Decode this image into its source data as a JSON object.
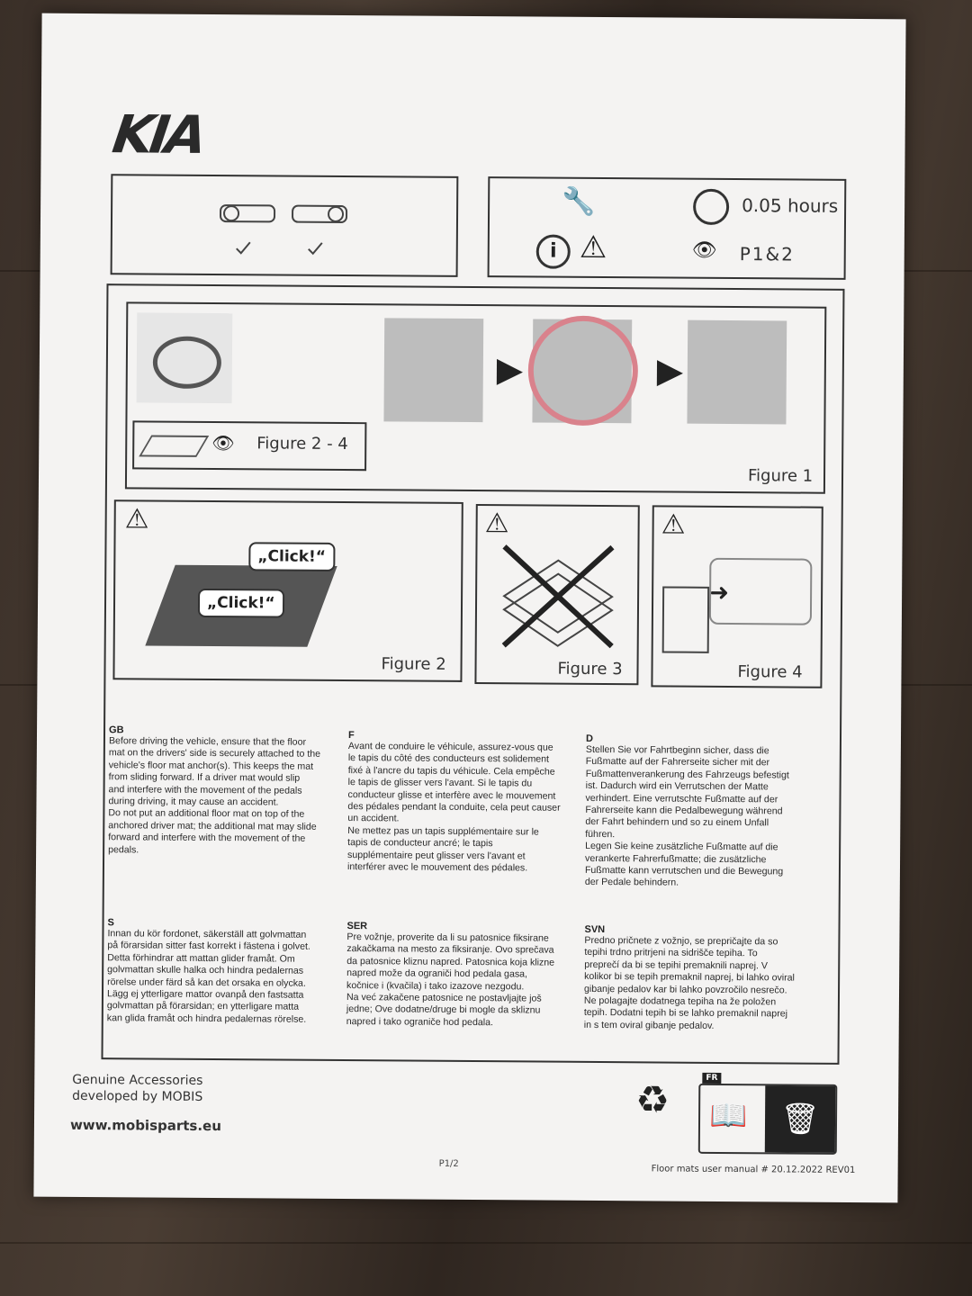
{
  "brand": {
    "logo_text": "KIA"
  },
  "info_box": {
    "time": "0.05 hours",
    "reference": "P1&2"
  },
  "figures": {
    "figure_ref": "Figure 2 - 4",
    "figure1": "Figure 1",
    "figure2": "Figure 2",
    "figure3": "Figure 3",
    "figure4": "Figure 4",
    "click1": "„Click!“",
    "click2": "„Click!“"
  },
  "instructions": [
    {
      "lang": "GB",
      "text": "Before driving the vehicle, ensure that the floor\nmat on the drivers' side is securely attached to the\nvehicle's floor mat anchor(s). This keeps the mat\nfrom sliding forward. If a driver mat would slip\nand interfere with the movement of the pedals\nduring driving, it may cause an accident.\nDo not put an additional floor mat on top of the\nanchored driver mat; the additional mat may slide\nforward and interfere with the movement of the\npedals."
    },
    {
      "lang": "F",
      "text": "Avant de conduire le véhicule, assurez-vous que\nle tapis  du côté des conducteurs est solidement\nfixé à l'ancre du tapis du véhicule. Cela empêche\nle tapis de glisser vers l'avant. Si le tapis du\nconducteur glisse et interfère avec le mouvement\ndes pédales pendant la conduite, cela peut causer\nun accident.\nNe mettez pas un tapis  supplémentaire sur le\ntapis de conducteur ancré; le tapis\nsupplémentaire peut glisser vers l'avant et\ninterférer avec le mouvement des pédales."
    },
    {
      "lang": "D",
      "text": "Stellen Sie vor Fahrtbeginn sicher, dass die\nFußmatte auf der Fahrerseite sicher mit der\nFußmattenverankerung des Fahrzeugs befestigt\nist. Dadurch wird ein Verrutschen der Matte\nverhindert. Eine verrutschte Fußmatte auf der\nFahrerseite kann die Pedalbewegung während\nder Fahrt behindern und so zu einem Unfall\nführen.\nLegen Sie keine zusätzliche Fußmatte auf die\nverankerte Fahrerfußmatte; die zusätzliche\nFußmatte kann verrutschen und die Bewegung\nder Pedale behindern."
    },
    {
      "lang": "S",
      "text": "Innan du kör fordonet, säkerställ att golvmattan\npå förarsidan sitter fast korrekt i fästena i golvet.\nDetta förhindrar att mattan glider framåt. Om\ngolvmattan skulle halka och hindra pedalernas\nrörelse under färd så kan det orsaka en olycka.\nLägg ej ytterligare mattor ovanpå den fastsatta\ngolvmattan på förarsidan; en ytterligare matta\nkan glida framåt och hindra pedalernas rörelse."
    },
    {
      "lang": "SER",
      "text": "Pre vožnje, proverite da li su patosnice fiksirane\nzakačkama na mesto za fiksiranje. Ovo sprečava\nda patosnice kliznu napred. Patosnica koja klizne\nnapred može da ograniči hod pedala gasa,\nkočnice i (kvačila) i tako izazove nezgodu.\nNa već zakačene patosnice ne postavljajte još\njedne; Ove dodatne/druge bi mogle da skliznu\nnapred i tako ograniče hod pedala."
    },
    {
      "lang": "SVN",
      "text": "Predno pričnete z vožnjo, se prepričajte da so\ntepihi trdno pritrjeni na sidrišče tepiha. To\npreprečí da bi se tepihi premaknili naprej. V\nkolikor bi se tepih premaknil naprej, bi lahko oviral\ngibanje pedalov kar bi lahko povzročilo nesrečo.\nNe polagajte dodatnega tepiha na že položen\ntepih. Dodatni tepih bi se lahko premaknil naprej\nin s tem oviral gibanje pedalov."
    }
  ],
  "footer": {
    "genuine": "Genuine Accessories\ndeveloped by MOBIS",
    "url": "www.mobisparts.eu",
    "page": "P1/2",
    "doc_ref": "Floor mats user manual # 20.12.2022 REV01",
    "recycle_badge": "FR"
  }
}
